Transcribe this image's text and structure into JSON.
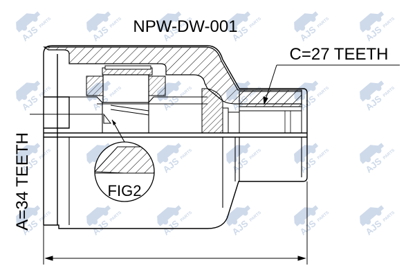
{
  "part_number": "NPW-DW-001",
  "outer_spline": "C=27 TEETH",
  "inner_spline": "A=34 TEETH",
  "detail_label": "FIG2",
  "watermark": {
    "brand": "AJS",
    "suffix": "PARTS",
    "color": "#c9d6e8",
    "logo_icon": "car-silhouette-icon"
  },
  "colors": {
    "line": "#000000",
    "hatch": "#000000",
    "background": "#ffffff"
  }
}
